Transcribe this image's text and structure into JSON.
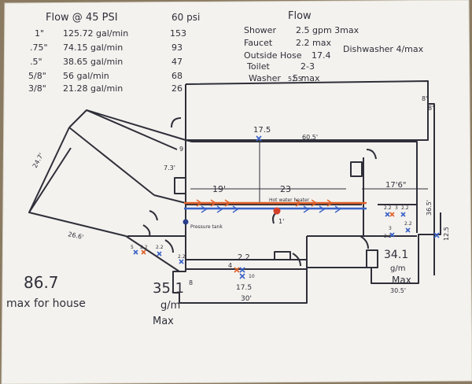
{
  "flow_table": {
    "heading": "Flow @ 45 PSI",
    "heading_60": "60 psi",
    "rows": [
      {
        "size": "1\"",
        "flow45": "125.72 gal/min",
        "flow60": "153"
      },
      {
        "size": ".75\"",
        "flow45": "74.15 gal/min",
        "flow60": "93"
      },
      {
        "size": ".5\"",
        "flow45": "38.65 gal/min",
        "flow60": "47"
      },
      {
        "size": "5/8\"",
        "flow45": "56 gal/min",
        "flow60": "68"
      },
      {
        "size": "3/8\"",
        "flow45": "21.28 gal/min",
        "flow60": "26"
      }
    ]
  },
  "fixture_flow": {
    "heading": "Flow",
    "items": [
      {
        "name": "Shower",
        "value": "2.5 gpm 3max"
      },
      {
        "name": "Faucet",
        "value": "2.2 max"
      },
      {
        "name": "Outside Hose",
        "value": "17.4"
      },
      {
        "name": "Toilet",
        "value": "2-3"
      },
      {
        "name": "Washer",
        "value": "5 max"
      }
    ],
    "dishwasher": "Dishwasher  4/max"
  },
  "house_max": {
    "value": "86.7",
    "label": "max for house"
  },
  "zone_left": {
    "value": "35.1",
    "unit": "g/m",
    "label": "Max"
  },
  "zone_right": {
    "value": "34.1",
    "unit": "g/m",
    "label": "Max"
  },
  "dimensions": {
    "top_wall": "52.5'",
    "upper_right_a": "8'",
    "upper_right_b": "8'",
    "main_width": "60.5'",
    "left_wall": "24.7'",
    "left_bottom": "26.6'",
    "bump_small": "7.3'",
    "left_9": "9",
    "span_left": "19'",
    "span_mid": "23",
    "span_right": "17'6\"",
    "right_side": "36.5'",
    "right_short": "12.5",
    "right_room": "30.5'",
    "garage_bottom": "30'",
    "garage_depth": "17.5",
    "garage_8": "8",
    "one_ft": "1'"
  },
  "fixture_labels": {
    "top_valve": "17.5",
    "hot_water_heater": "Hot water heater",
    "pressure_tank": "Pressure tank",
    "garage_val": "2.2",
    "garage_4": "4",
    "garage_10": "10",
    "left_5": "5",
    "left_22a": "2.2",
    "left_22b": "2.2",
    "left_22c": "2.2",
    "bath1": "2.2",
    "bath2": "3",
    "bath3": "2.2",
    "bath4": "3",
    "bath5": "2.2",
    "bath6": "2.2"
  },
  "colors": {
    "paper": "#f4f2ee",
    "ink": "#2f2f3a",
    "hot": "#e0602a",
    "cold": "#3a63c8",
    "marker_x": "#3a63c8",
    "tank": "#2a3e8a",
    "heater": "#d4402a",
    "background": "#8a7a62"
  }
}
